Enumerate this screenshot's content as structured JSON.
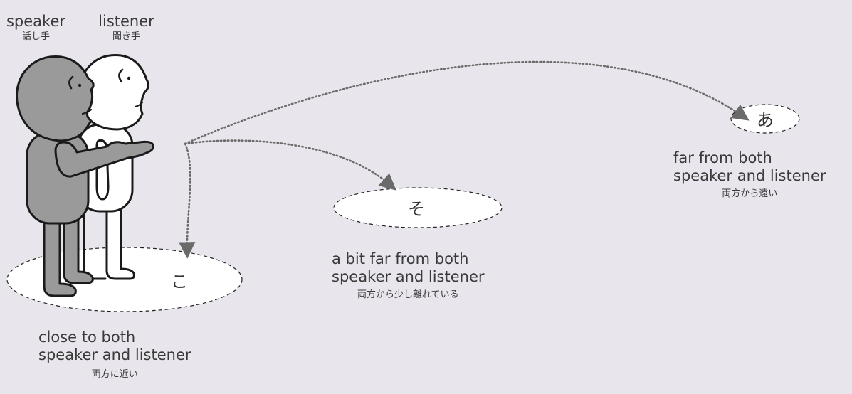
{
  "roles": {
    "speaker_en": "speaker",
    "speaker_jp": "話し手",
    "listener_en": "listener",
    "listener_jp": "聞き手"
  },
  "zones": {
    "ko": {
      "kana": "こ",
      "desc_line1": "close to both",
      "desc_line2": "speaker and listener",
      "desc_jp": "両方に近い"
    },
    "so": {
      "kana": "そ",
      "desc_line1": "a bit far from both",
      "desc_line2": "speaker and listener",
      "desc_jp": "両方から少し離れている"
    },
    "a": {
      "kana": "あ",
      "desc_line1": "far from both",
      "desc_line2": "speaker and listener",
      "desc_jp": "両方から遠い"
    }
  },
  "colors": {
    "background": "#e8e6ec",
    "speaker_fill": "#9a9a9a",
    "listener_fill": "#ffffff",
    "outline": "#1a1a1a",
    "arrow": "#6a6a6a"
  }
}
